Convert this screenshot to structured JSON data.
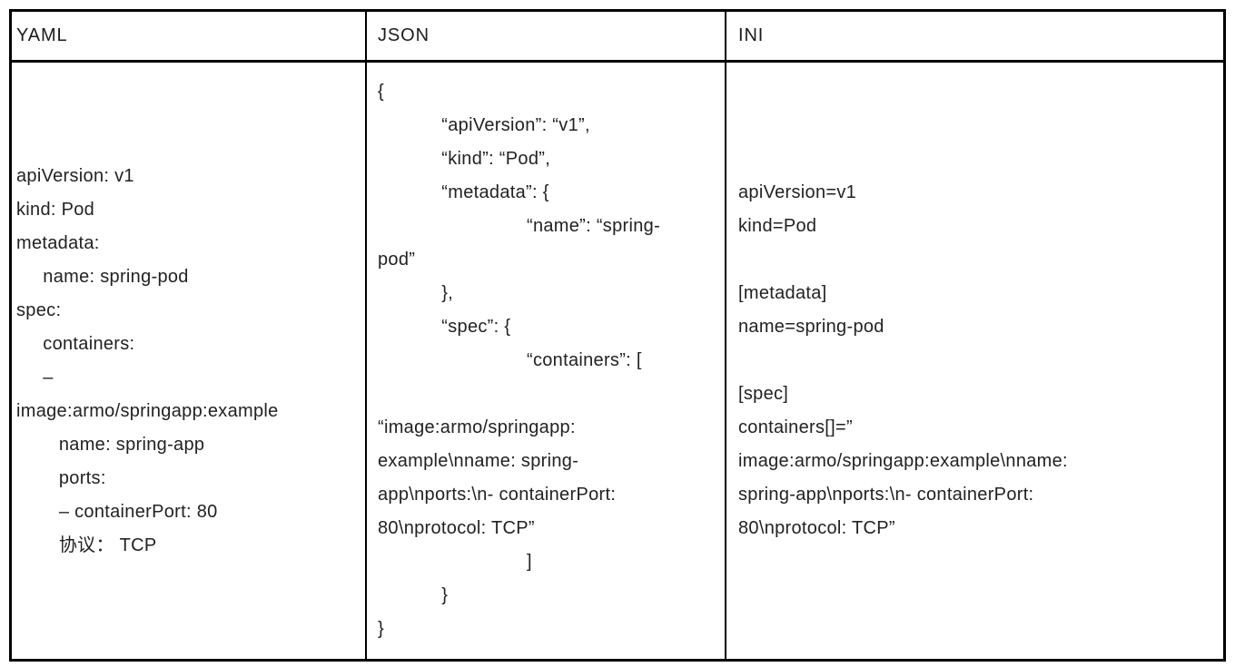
{
  "table": {
    "columns": [
      {
        "header": "YAML",
        "lines": [
          "apiVersion: v1",
          "kind: Pod",
          "metadata:",
          "     name: spring-pod",
          "spec:",
          "     containers:",
          "     –",
          "image:armo/springapp:example",
          "        name: spring-app",
          "        ports:",
          "        – containerPort: 80",
          "        协议： TCP"
        ]
      },
      {
        "header": "JSON",
        "lines": [
          "{",
          "            “apiVersion”: “v1”,",
          "            “kind”: “Pod”,",
          "            “metadata”: {",
          "                            “name”: “spring-",
          "pod”",
          "            },",
          "            “spec”: {",
          "                            “containers”: [",
          "",
          "“image:armo/springapp:",
          "example\\nname: spring-",
          "app\\nports:\\n- containerPort:",
          "80\\nprotocol: TCP”",
          "                            ]",
          "            }",
          "}"
        ]
      },
      {
        "header": "INI",
        "lines": [
          "apiVersion=v1",
          "kind=Pod",
          "",
          "[metadata]",
          "name=spring-pod",
          "",
          "[spec]",
          "containers[]=”",
          "image:armo/springapp:example\\nname:",
          "spring-app\\nports:\\n- containerPort:",
          "80\\nprotocol: TCP”"
        ]
      }
    ]
  },
  "colors": {
    "border": "#000000",
    "text": "#222222",
    "background": "#ffffff"
  }
}
